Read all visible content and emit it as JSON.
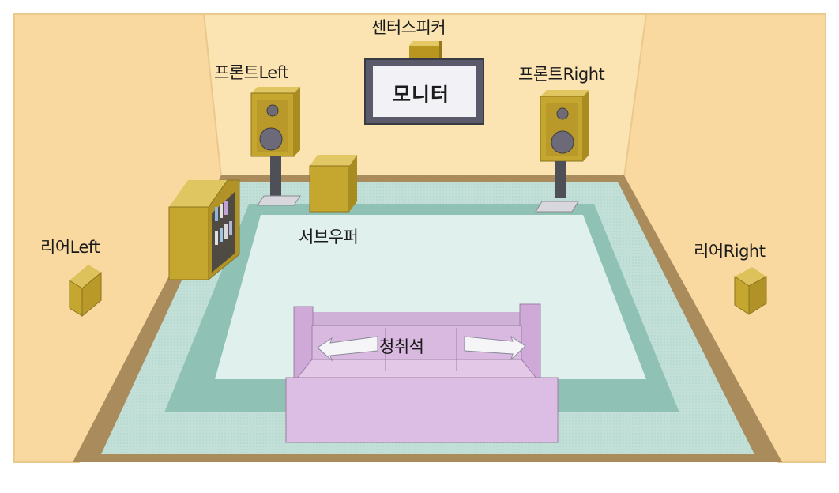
{
  "labels": {
    "center_speaker": "센터스피커",
    "monitor": "모니터",
    "front_left": "프론트Left",
    "front_right": "프론트Right",
    "subwoofer": "서브우퍼",
    "rear_left": "리어Left",
    "rear_right": "리어Right",
    "listening_seat": "청취석"
  },
  "colors": {
    "wall": "#fbe2ad",
    "wall_side": "#f6d69a",
    "floor_frame": "#a9895a",
    "carpet_outer": "#bcdcd4",
    "carpet_band": "#8fc0b4",
    "carpet_inner": "#e2f1ed",
    "speaker": "#c7a72c",
    "sofa": "#d8b6df"
  }
}
